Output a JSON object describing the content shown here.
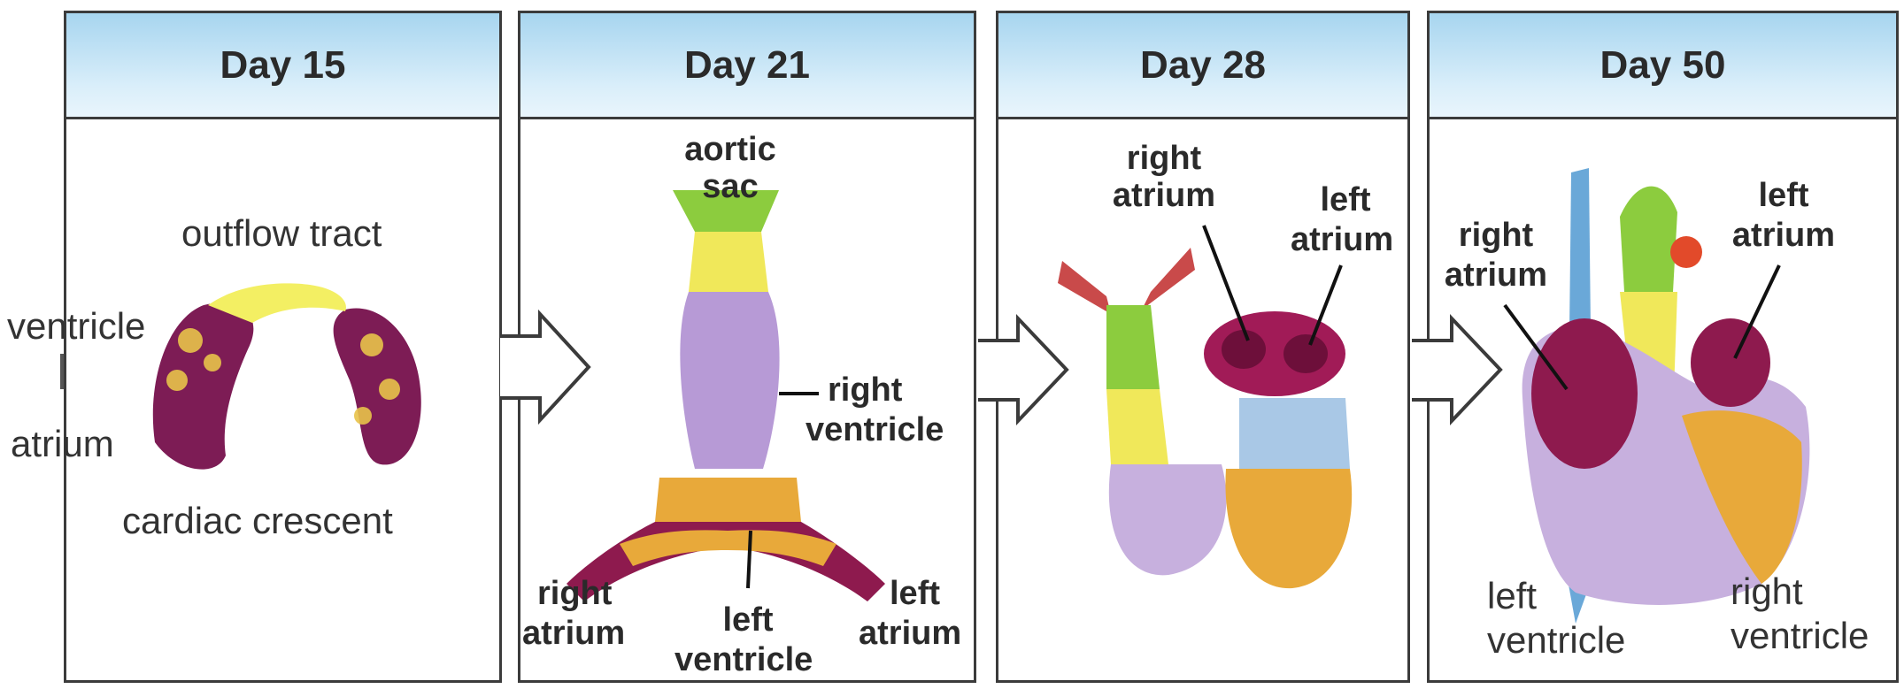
{
  "panels": [
    {
      "title": "Day 15",
      "labels": {
        "outflow": "outflow tract",
        "ventricle": "ventricle",
        "atrium": "atrium",
        "crescent": "cardiac crescent"
      }
    },
    {
      "title": "Day 21",
      "labels": {
        "aortic": "aortic",
        "sac": "sac",
        "rv1": "right",
        "rv2": "ventricle",
        "ra1": "right",
        "ra2": "atrium",
        "lv1": "left",
        "lv2": "ventricle",
        "la1": "left",
        "la2": "atrium"
      }
    },
    {
      "title": "Day 28",
      "labels": {
        "ra1": "right",
        "ra2": "atrium",
        "la1": "left",
        "la2": "atrium"
      }
    },
    {
      "title": "Day 50",
      "labels": {
        "ra1": "right",
        "ra2": "atrium",
        "la1": "left",
        "la2": "atrium",
        "lv1": "left",
        "lv2": "ventricle",
        "rv1": "right",
        "rv2": "ventricle"
      }
    }
  ],
  "colors": {
    "header": "#bfe2f5",
    "border": "#3b3b3b",
    "atrium": "#8e1a4e",
    "ventricle": "#b79ad6",
    "outflow": "#e9ec5a",
    "aorticSac": "#8ccc3e",
    "orange": "#e8a93a",
    "blue": "#6aa8d8"
  }
}
